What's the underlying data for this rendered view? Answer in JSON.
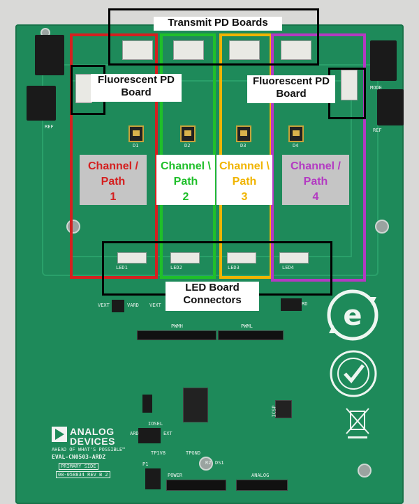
{
  "labels": {
    "transmit": "Transmit PD Boards",
    "fluorescent_left": "Fluorescent PD Board",
    "fluorescent_right": "Fluorescent PD Board",
    "led_connectors": "LED Board Connectors"
  },
  "channels": [
    {
      "line1": "Channel /",
      "line2": "Path",
      "line3": "1",
      "color": "#d42020"
    },
    {
      "line1": "Channel \\",
      "line2": "Path",
      "line3": "2",
      "color": "#1fbf2a"
    },
    {
      "line1": "Channel \\",
      "line2": "Path",
      "line3": "3",
      "color": "#f0b400"
    },
    {
      "line1": "Channel /",
      "line2": "Path",
      "line3": "4",
      "color": "#b33ac2"
    }
  ],
  "silkscreen": {
    "d1": "D1",
    "d2": "D2",
    "d3": "D3",
    "d4": "D4",
    "led1": "LED1",
    "led2": "LED2",
    "led3": "LED3",
    "led4": "LED4",
    "pwmh": "PWMH",
    "pwml": "PWML",
    "vext_left": "VEXT",
    "vard": "VARD",
    "vext_mid": "VEXT",
    "rd": "RD",
    "ext": "EXT",
    "ref_left": "REF",
    "ref_right": "REF",
    "mode_right": "MODE",
    "iosel": "IOSEL",
    "ard": "ARD",
    "icsp": "ICSP",
    "power": "POWER",
    "analog": "ANALOG",
    "tp1": "TP1V8",
    "tpgnd": "TPGND",
    "p1": "P1",
    "r2": "R2",
    "ds1": "DS1",
    "brand1": "ANALOG",
    "brand2": "DEVICES",
    "tagline": "AHEAD OF WHAT'S POSSIBLE™",
    "board": "EVAL-CN0503-ARDZ",
    "side": "PRIMARY SIDE",
    "rev": "08-058834 REV B 2"
  },
  "colors": {
    "red": "#d42020",
    "green": "#1fbf2a",
    "yellow": "#f0b400",
    "purple": "#b33ac2",
    "pcb": "#1e8a5a"
  }
}
